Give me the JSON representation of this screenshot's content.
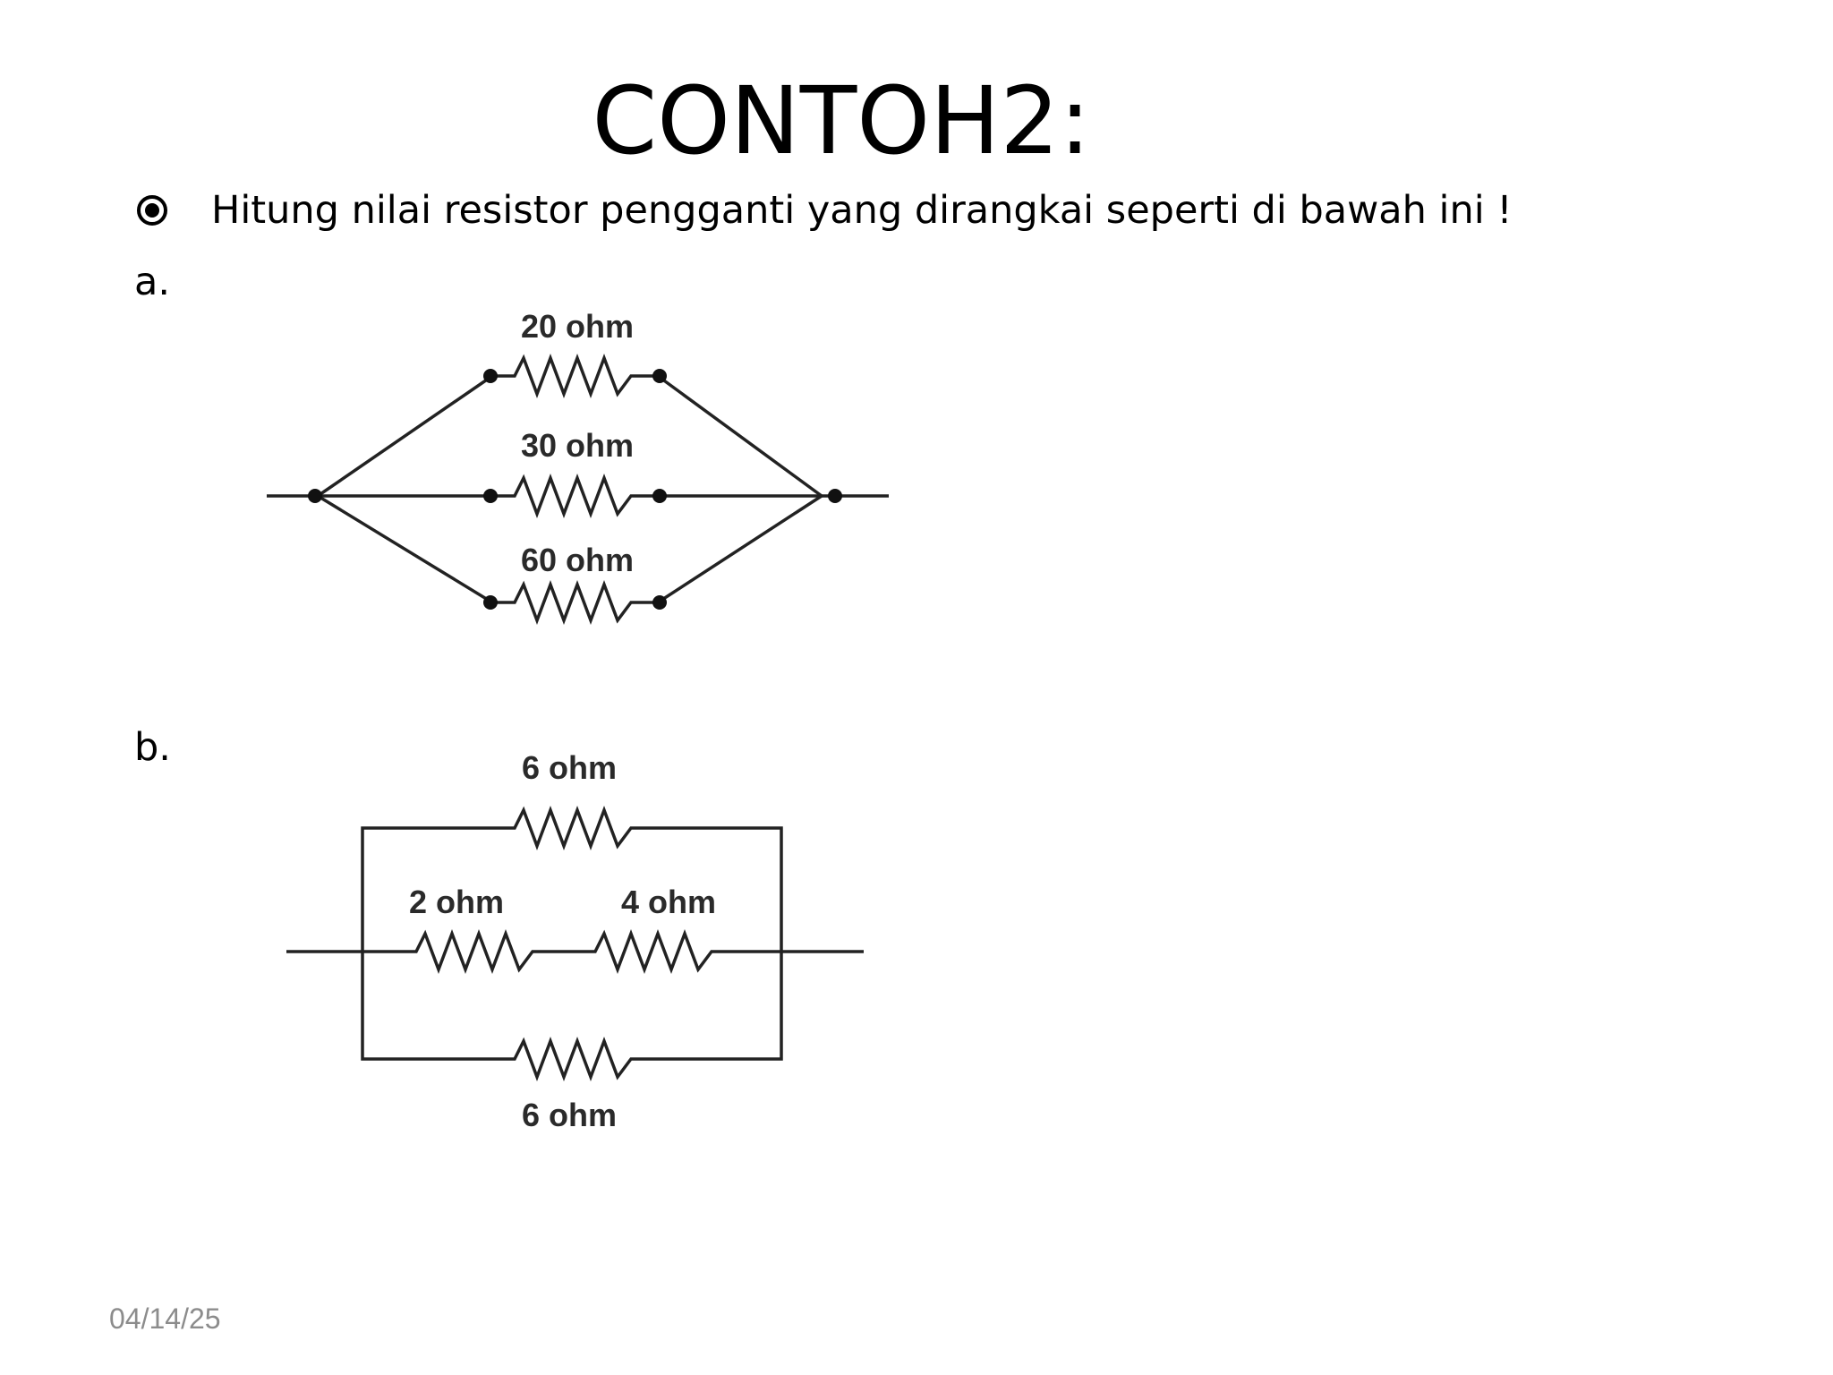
{
  "slide": {
    "title": "CONTOH2:",
    "bullet_text": "Hitung nilai resistor pengganti yang dirangkai seperti di bawah ini !",
    "bullet_icon": "target-bullet-icon",
    "label_a": "a.",
    "label_b": "b.",
    "date": "04/14/25"
  },
  "circuit_a": {
    "resistors": [
      {
        "label": "20 ohm"
      },
      {
        "label": "30 ohm"
      },
      {
        "label": "60 ohm"
      }
    ]
  },
  "circuit_b": {
    "resistors": {
      "top": "6 ohm",
      "middle_left": "2 ohm",
      "middle_right": "4 ohm",
      "bottom": "6 ohm"
    }
  },
  "colors": {
    "text": "#000000",
    "wire": "#222222",
    "resistor_label": "#2a2a2a",
    "date": "#8c8c8c"
  }
}
